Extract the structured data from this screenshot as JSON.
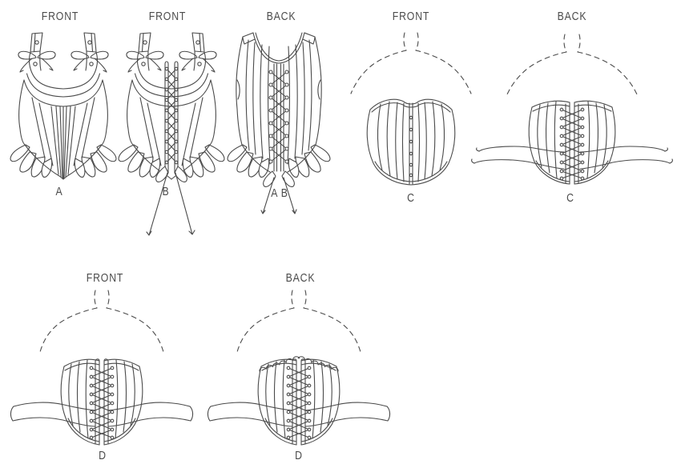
{
  "page": {
    "title": "Sewing pattern garment views line art",
    "background": "#ffffff",
    "line_color": "#4a4a4a",
    "text_color": "#4b4b4b"
  },
  "views": [
    {
      "caption": "FRONT",
      "letter": "A",
      "art": "strap-bodice-front-tabbed"
    },
    {
      "caption": "FRONT",
      "letter": "B",
      "art": "strap-bodice-front-laced"
    },
    {
      "caption": "BACK",
      "letter": "A B",
      "art": "strap-bodice-back-laced"
    },
    {
      "caption": "FRONT",
      "letter": "C",
      "art": "underbust-corset-front-busk"
    },
    {
      "caption": "BACK",
      "letter": "C",
      "art": "underbust-corset-back-laced-arms"
    },
    {
      "caption": "FRONT",
      "letter": "D",
      "art": "waist-cincher-front-laced-arms"
    },
    {
      "caption": "BACK",
      "letter": "D",
      "art": "waist-cincher-back-laced-scalloped-arms"
    }
  ]
}
